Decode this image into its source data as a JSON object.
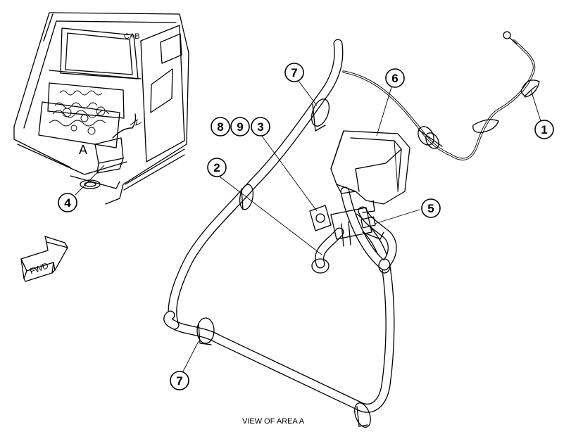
{
  "labels": {
    "cab": "CAB",
    "area_marker": "A",
    "view_caption": "VIEW OF AREA A",
    "direction": "FWD"
  },
  "callouts": [
    "1",
    "2",
    "3",
    "4",
    "5",
    "6",
    "7",
    "8",
    "9"
  ]
}
